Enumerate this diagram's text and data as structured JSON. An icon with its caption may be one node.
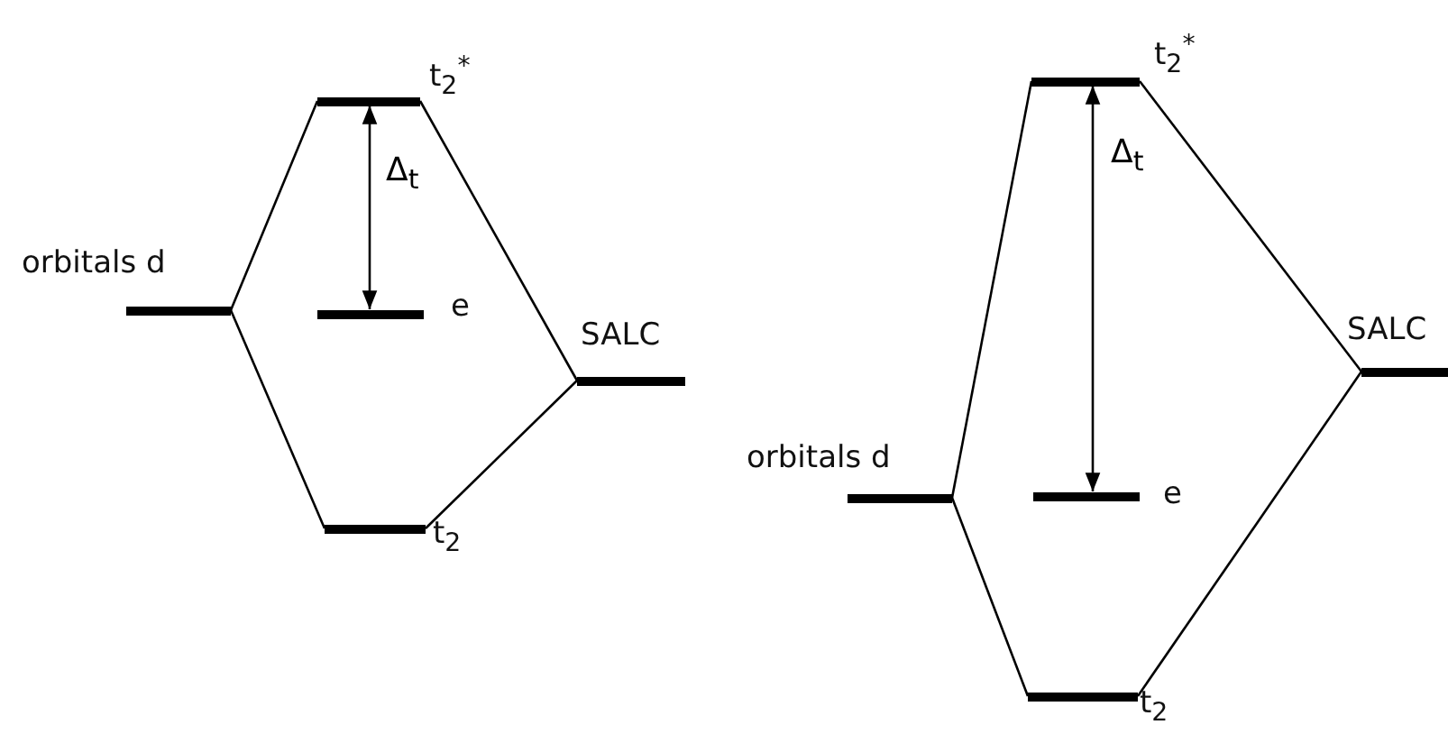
{
  "diagram": {
    "nodes": [
      {
        "text": [],
        "shape": "bar",
        "beside": [
          "orbitals d"
        ]
      },
      {
        "text": [],
        "shape": "bar",
        "beside": [
          "t$_{2}$$^{*}$"
        ]
      },
      {
        "text": [],
        "shape": "bar",
        "beside": [
          "e"
        ]
      },
      {
        "text": [],
        "shape": "bar",
        "beside": [
          "SALC"
        ]
      },
      {
        "text": [],
        "shape": "bar",
        "beside": [
          "t$_{2}$"
        ]
      },
      {
        "text": [],
        "shape": "bar",
        "beside": [
          "t$_{2}$$^{*}$"
        ]
      },
      {
        "text": [],
        "shape": "bar",
        "beside": [
          "SALC"
        ]
      },
      {
        "text": [],
        "shape": "bar",
        "beside": [
          "orbitals d"
        ]
      },
      {
        "text": [],
        "shape": "bar",
        "beside": [
          "e"
        ]
      },
      {
        "text": [],
        "shape": "bar",
        "beside": [
          "t$_{2}$"
        ]
      }
    ],
    "edges": [
      {
        "from": 0,
        "to": 1,
        "arrow": "none"
      },
      {
        "from": 0,
        "to": 4,
        "arrow": "none"
      },
      {
        "from": 3,
        "to": 1,
        "arrow": "none"
      },
      {
        "from": 3,
        "to": 4,
        "arrow": "none"
      },
      {
        "from": 1,
        "to": 2,
        "arrow": "both",
        "label": "Δ$_{t}$"
      },
      {
        "from": 7,
        "to": 5,
        "arrow": "none"
      },
      {
        "from": 7,
        "to": 9,
        "arrow": "none"
      },
      {
        "from": 6,
        "to": 5,
        "arrow": "none"
      },
      {
        "from": 6,
        "to": 9,
        "arrow": "none"
      },
      {
        "from": 5,
        "to": 8,
        "arrow": "both",
        "label": "Δ$_{t}$"
      }
    ]
  }
}
